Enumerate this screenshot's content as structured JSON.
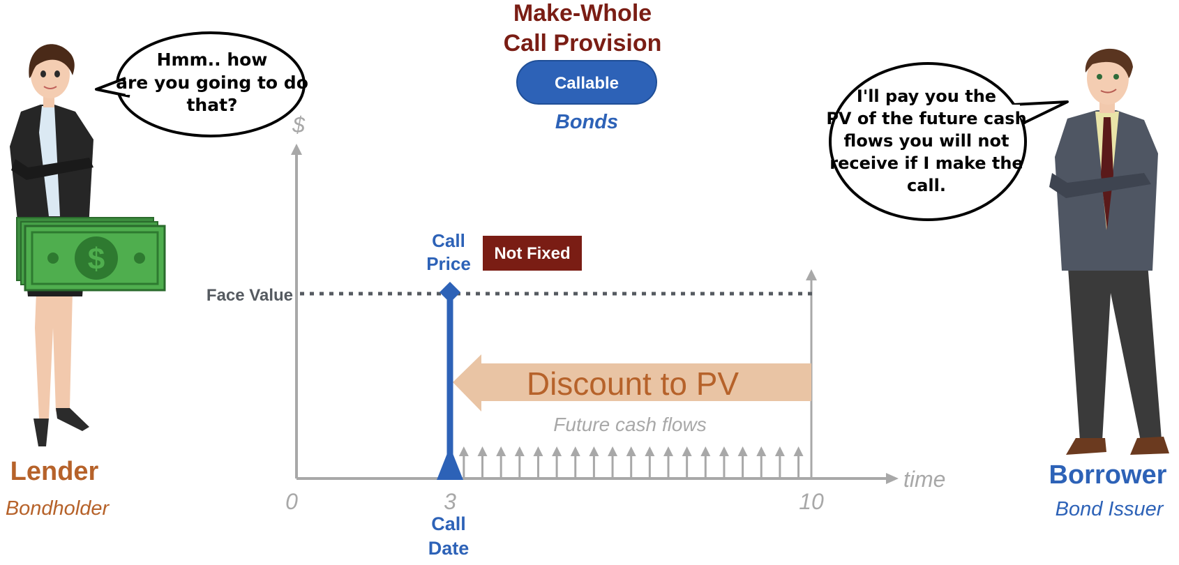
{
  "title": {
    "line1": "Make-Whole",
    "line2": "Call Provision"
  },
  "badge": {
    "label": "Callable"
  },
  "subtitle": "Bonds",
  "axes": {
    "y_label": "$",
    "x_label": "time"
  },
  "ticks": {
    "t0": "0",
    "t3": "3",
    "t10": "10"
  },
  "call_date": {
    "line1": "Call",
    "line2": "Date"
  },
  "call_price": {
    "line1": "Call",
    "line2": "Price"
  },
  "not_fixed": "Not Fixed",
  "face_value": "Face Value",
  "discount_label": "Discount to PV",
  "future_label": "Future cash flows",
  "lender": {
    "title": "Lender",
    "subtitle": "Bondholder",
    "speech": [
      "Hmm.. how",
      "are you going to do",
      "that?"
    ]
  },
  "borrower": {
    "title": "Borrower",
    "subtitle": "Bond Issuer",
    "speech": [
      "I'll pay you the",
      "PV of the future cash",
      "flows you will not",
      "receive if I make the",
      "call."
    ]
  },
  "cash_flows": {
    "start": 3.25,
    "end": 9.75,
    "count": 19
  },
  "colors": {
    "title_red": "#7a1d14",
    "blue": "#2d62b7",
    "orange": "#b6622a",
    "gray": "#a8a8a8",
    "arrow_fill": "#e9c4a4",
    "dark_gray": "#555a60"
  }
}
